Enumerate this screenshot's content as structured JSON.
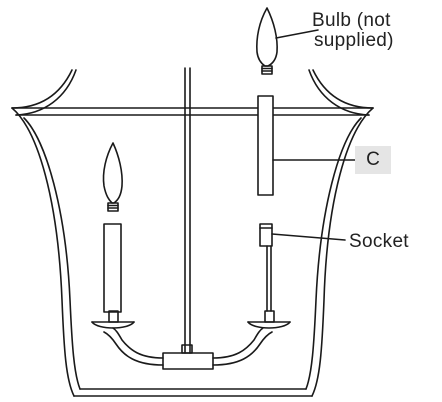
{
  "diagram": {
    "labels": {
      "bulb_note_line1": "Bulb (not",
      "bulb_note_line2": "supplied)",
      "part_letter": "C",
      "socket": "Socket"
    },
    "colors": {
      "line": "#1a1a1a",
      "badge_fill": "#e5e5e5",
      "text": "#222222"
    }
  }
}
